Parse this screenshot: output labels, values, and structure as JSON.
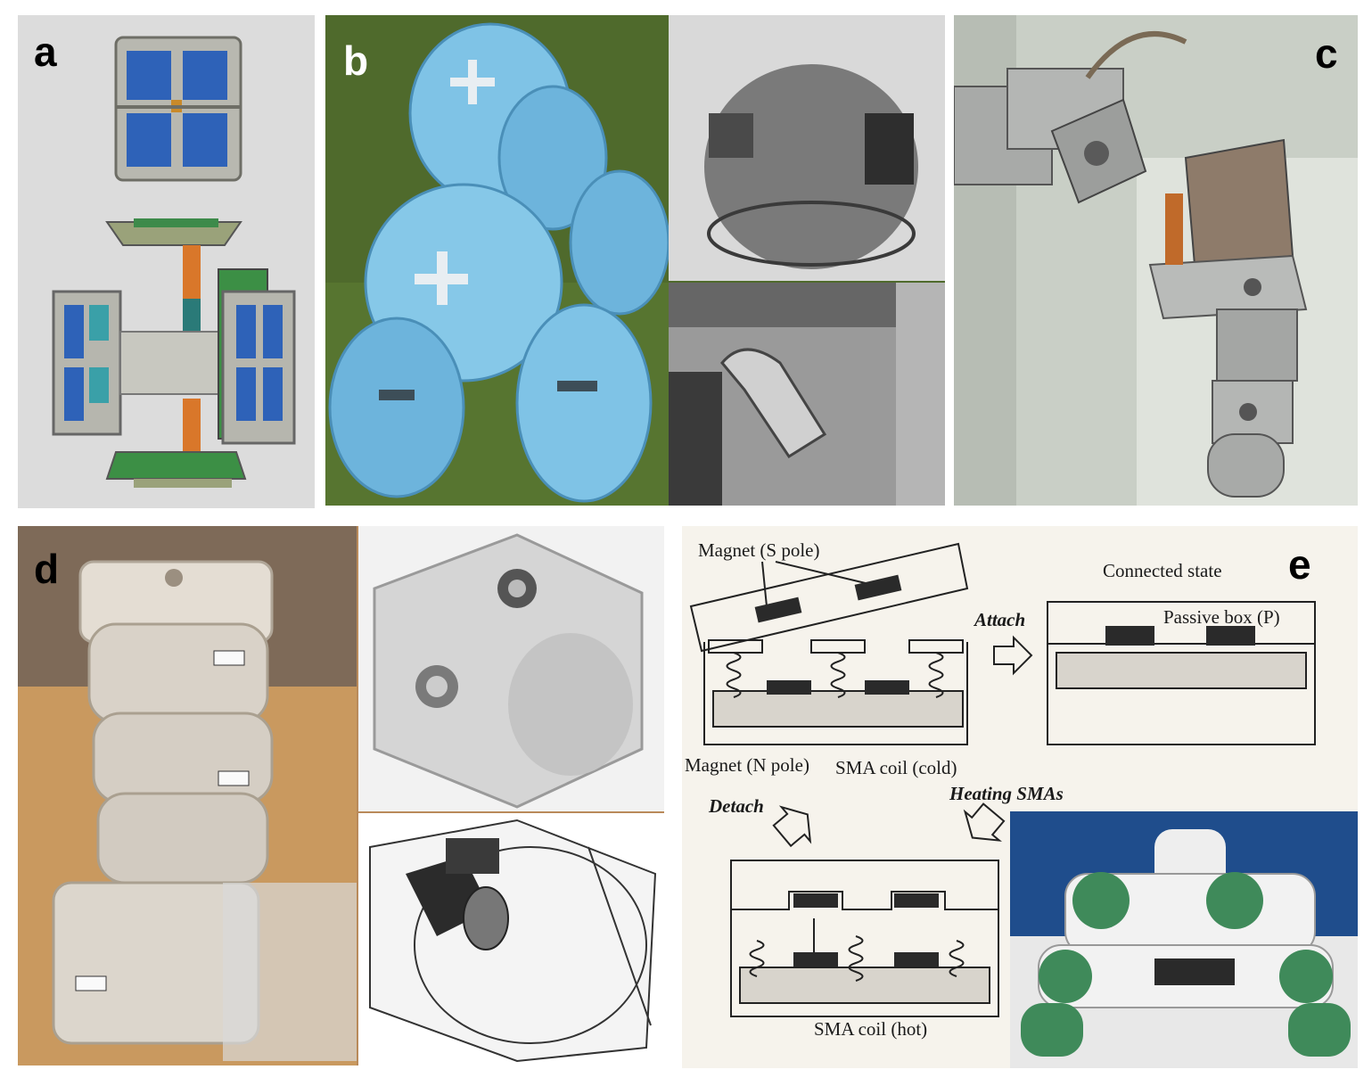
{
  "panels": {
    "a": {
      "label": "a"
    },
    "b": {
      "label": "b"
    },
    "c": {
      "label": "c"
    },
    "d": {
      "label": "d"
    },
    "e": {
      "label": "e",
      "texts": {
        "magnet_s": "Magnet (S pole)",
        "connected": "Connected state",
        "attach": "Attach",
        "passive": "Passive box (P)",
        "magnet_n": "Magnet (N pole)",
        "sma_cold": "SMA coil (cold)",
        "detach": "Detach",
        "heating": "Heating SMAs",
        "sma_hot": "SMA coil (hot)"
      }
    }
  },
  "colors": {
    "panel_a_bg": "#dcdcdc",
    "sphere_blue": "#7fc3e6",
    "grass": "#4f6a2c",
    "panel_c_bg": "#c9cfc6",
    "wood": "#b98a5a",
    "diagram_bg": "#f6f3ec"
  }
}
